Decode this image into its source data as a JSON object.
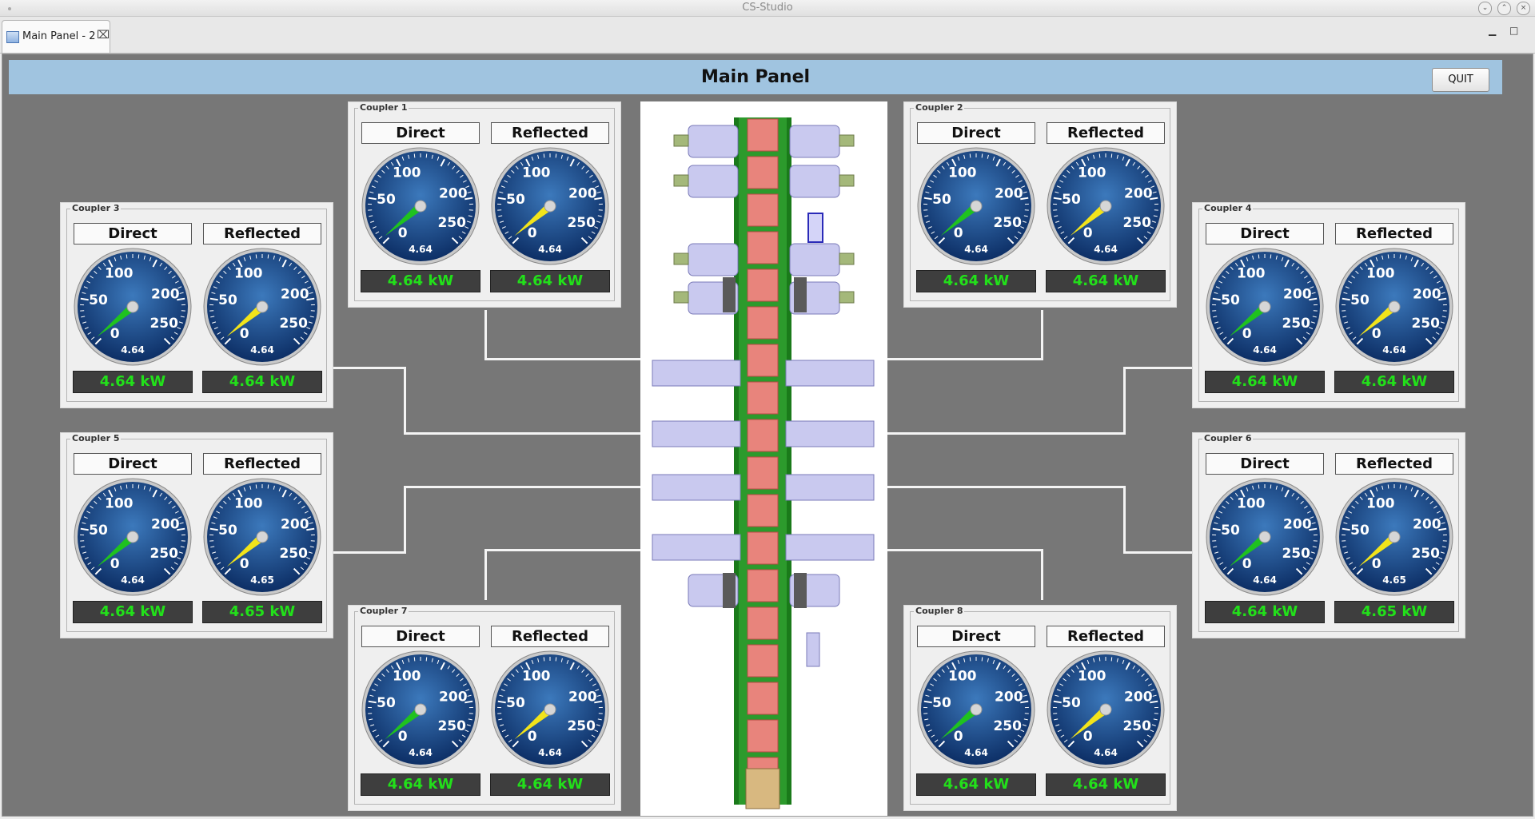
{
  "window": {
    "title": "CS-Studio"
  },
  "tab": {
    "label": "Main Panel - 2"
  },
  "header": {
    "title": "Main Panel",
    "quit_label": "QUIT"
  },
  "gauge_scale": {
    "min": 0,
    "max": 250,
    "tick_labels": [
      "0",
      "50",
      "100",
      "200",
      "250"
    ]
  },
  "colors": {
    "direct_needle": "#1fc21f",
    "reflected_needle": "#f2e41a",
    "readout_text": "#22e01a",
    "header_bg": "#a0c4e0",
    "panel_bg": "#777777"
  },
  "couplers": [
    {
      "title": "Coupler 1",
      "direct": {
        "label": "Direct",
        "value": 4.64,
        "value_text": "4.64",
        "readout": "4.64 kW"
      },
      "reflected": {
        "label": "Reflected",
        "value": 4.64,
        "value_text": "4.64",
        "readout": "4.64 kW"
      }
    },
    {
      "title": "Coupler 2",
      "direct": {
        "label": "Direct",
        "value": 4.64,
        "value_text": "4.64",
        "readout": "4.64 kW"
      },
      "reflected": {
        "label": "Reflected",
        "value": 4.64,
        "value_text": "4.64",
        "readout": "4.64 kW"
      }
    },
    {
      "title": "Coupler 3",
      "direct": {
        "label": "Direct",
        "value": 4.64,
        "value_text": "4.64",
        "readout": "4.64 kW"
      },
      "reflected": {
        "label": "Reflected",
        "value": 4.64,
        "value_text": "4.64",
        "readout": "4.64 kW"
      }
    },
    {
      "title": "Coupler 4",
      "direct": {
        "label": "Direct",
        "value": 4.64,
        "value_text": "4.64",
        "readout": "4.64 kW"
      },
      "reflected": {
        "label": "Reflected",
        "value": 4.64,
        "value_text": "4.64",
        "readout": "4.64 kW"
      }
    },
    {
      "title": "Coupler 5",
      "direct": {
        "label": "Direct",
        "value": 4.64,
        "value_text": "4.64",
        "readout": "4.64 kW"
      },
      "reflected": {
        "label": "Reflected",
        "value": 4.65,
        "value_text": "4.65",
        "readout": "4.65 kW"
      }
    },
    {
      "title": "Coupler 6",
      "direct": {
        "label": "Direct",
        "value": 4.64,
        "value_text": "4.64",
        "readout": "4.64 kW"
      },
      "reflected": {
        "label": "Reflected",
        "value": 4.65,
        "value_text": "4.65",
        "readout": "4.65 kW"
      }
    },
    {
      "title": "Coupler 7",
      "direct": {
        "label": "Direct",
        "value": 4.64,
        "value_text": "4.64",
        "readout": "4.64 kW"
      },
      "reflected": {
        "label": "Reflected",
        "value": 4.64,
        "value_text": "4.64",
        "readout": "4.64 kW"
      }
    },
    {
      "title": "Coupler 8",
      "direct": {
        "label": "Direct",
        "value": 4.64,
        "value_text": "4.64",
        "readout": "4.64 kW"
      },
      "reflected": {
        "label": "Reflected",
        "value": 4.64,
        "value_text": "4.64",
        "readout": "4.64 kW"
      }
    }
  ]
}
